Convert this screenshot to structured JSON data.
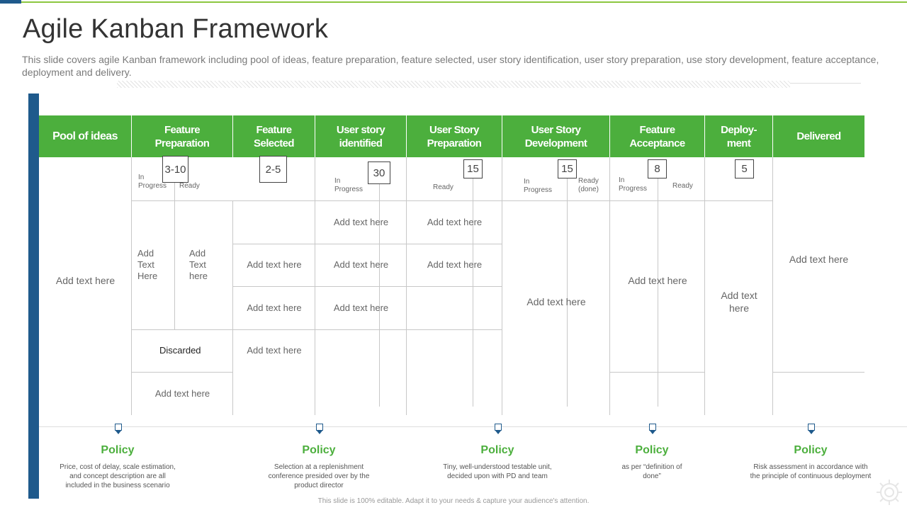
{
  "title": "Agile Kanban Framework",
  "subtitle": "This slide covers agile Kanban framework including pool of ideas, feature preparation, feature selected, user story identification, user story preparation, use story development, feature acceptance, deployment and delivery.",
  "columns": {
    "pool": "Pool of ideas",
    "feature_prep": "Feature\nPreparation",
    "feature_selected": "Feature\nSelected",
    "story_identified": "User story\nidentified",
    "story_prep": "User Story\nPreparation",
    "story_dev": "User Story\nDevelopment",
    "feature_accept": "Feature\nAcceptance",
    "deployment": "Deploy-\nment",
    "delivered": "Delivered"
  },
  "wip": {
    "feature_prep": "3-10",
    "feature_selected": "2-5",
    "story_identified": "30",
    "story_prep": "15",
    "story_dev": "15",
    "feature_accept": "8",
    "deployment": "5"
  },
  "sublabels": {
    "in_progress": "In\nProgress",
    "ready": "Ready",
    "ready_done": "Ready\n(done)"
  },
  "cells": {
    "add_text": "Add text here",
    "add_text_3line_a": "Add\nText\nHere",
    "add_text_3line_b": "Add\nText\nhere",
    "add_text_2line": "Add text\nhere",
    "discarded": "Discarded"
  },
  "policies": [
    {
      "title": "Policy",
      "desc": "Price, cost of delay, scale estimation,\nand concept description are all\nincluded in the business scenario"
    },
    {
      "title": "Policy",
      "desc": "Selection at a replenishment\nconference presided over by the\nproduct director"
    },
    {
      "title": "Policy",
      "desc": "Tiny, well-understood testable unit,\ndecided upon with PD and team"
    },
    {
      "title": "Policy",
      "desc": "as per “definition of\ndone”"
    },
    {
      "title": "Policy",
      "desc": "Risk assessment in accordance with\nthe principle of continuous deployment"
    }
  ],
  "footer": "This slide is 100% editable.  Adapt it to your needs & capture your audience's attention.",
  "colors": {
    "accent_green": "#4caf3d",
    "accent_blue": "#1f5a8c"
  }
}
